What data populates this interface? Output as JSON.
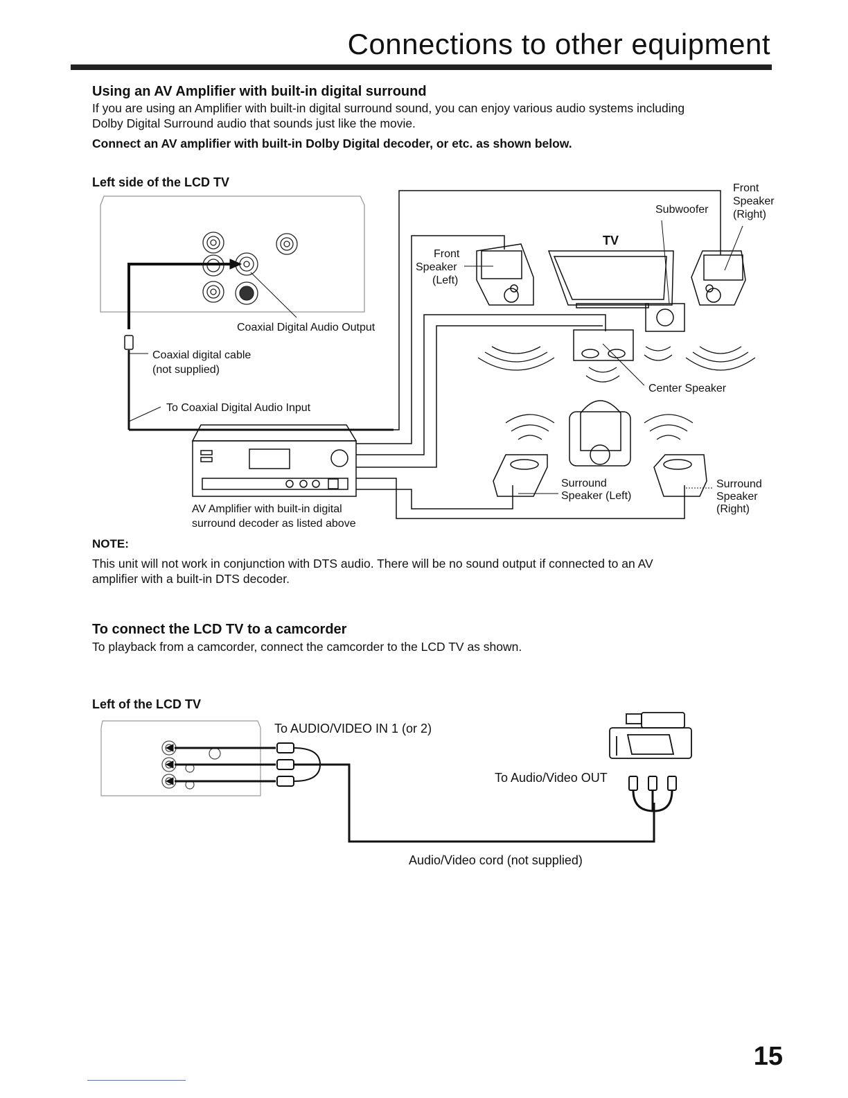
{
  "title": "Connections to other equipment",
  "section1": {
    "heading": "Using an AV Amplifier with built-in digital surround",
    "body_line1": "If you are using an Amplifier with built-in digital surround sound, you can enjoy various audio systems including",
    "body_line2": "Dolby Digital Surround audio that sounds just like the movie.",
    "instruction": "Connect an AV amplifier with built-in Dolby Digital decoder, or etc. as shown below."
  },
  "diagram1": {
    "left_side_label": "Left side of the LCD TV",
    "coaxial_output": "Coaxial Digital Audio Output",
    "coaxial_cable_1": "Coaxial digital cable",
    "coaxial_cable_2": "(not supplied)",
    "coaxial_input": "To Coaxial Digital Audio Input",
    "amp_label_1": "AV Amplifier with built-in digital",
    "amp_label_2": "surround decoder as listed above",
    "tv": "TV",
    "subwoofer": "Subwoofer",
    "front_left_1": "Front",
    "front_left_2": "Speaker",
    "front_left_3": "(Left)",
    "front_right_1": "Front",
    "front_right_2": "Speaker",
    "front_right_3": "(Right)",
    "center": "Center Speaker",
    "surround_left_1": "Surround",
    "surround_left_2": "Speaker (Left)",
    "surround_right_1": "Surround",
    "surround_right_2": "Speaker",
    "surround_right_3": "(Right)"
  },
  "note": {
    "heading": "NOTE:",
    "line1": "This unit will not work in conjunction with DTS audio. There will be no sound output if connected to an AV",
    "line2": "amplifier with a built-in DTS decoder."
  },
  "section2": {
    "heading": "To connect the LCD TV to a camcorder",
    "body": "To playback from a camcorder, connect the camcorder to the LCD TV as shown."
  },
  "diagram2": {
    "left_label": "Left of the LCD TV",
    "av_in": "To AUDIO/VIDEO IN 1 (or 2)",
    "av_out": "To Audio/Video OUT",
    "cord": "Audio/Video cord (not supplied)"
  },
  "page_number": "15"
}
